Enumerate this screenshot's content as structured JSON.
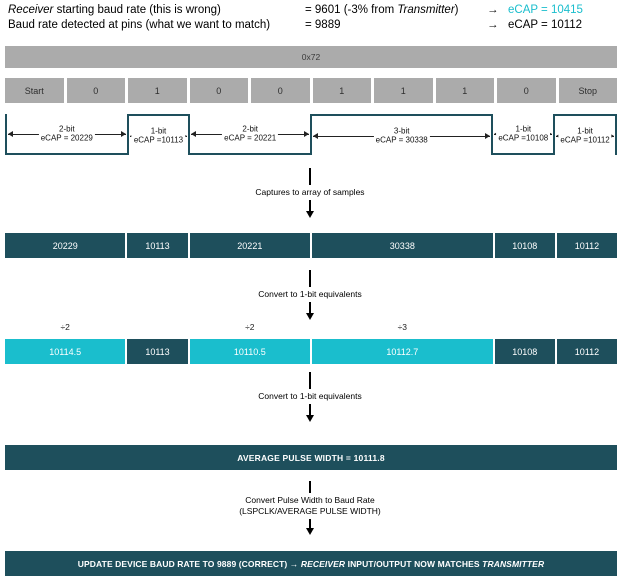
{
  "colors": {
    "dark_teal": "#1E4F5C",
    "cyan": "#1ABECD",
    "gray_bar": "#ABABAB"
  },
  "header": {
    "line1": {
      "desc_italic": "Receiver",
      "desc": " starting baud rate (this is wrong)",
      "value_pre": "= 9601 (-3% from ",
      "value_italic": "Transmitter",
      "value_post": ")",
      "arrow": "→",
      "ecap": "eCAP = 10415"
    },
    "line2": {
      "desc_italic": "",
      "desc": "Baud rate detected at pins (what we want to match)",
      "value_pre": "= 9889",
      "value_italic": "",
      "value_post": "",
      "arrow": "→",
      "ecap": "eCAP = 10112"
    }
  },
  "byte_bar": {
    "label": "0x72"
  },
  "bit_row": {
    "cells": [
      "Start",
      "0",
      "1",
      "0",
      "0",
      "1",
      "1",
      "1",
      "0",
      "Stop"
    ]
  },
  "waveform": {
    "segments": [
      {
        "bits": "2-bit",
        "ecap": "eCAP = 20229",
        "level": "low"
      },
      {
        "bits": "1-bit",
        "ecap": "eCAP =10113",
        "level": "high"
      },
      {
        "bits": "2-bit",
        "ecap": "eCAP = 20221",
        "level": "low"
      },
      {
        "bits": "3-bit",
        "ecap": "eCAP = 30338",
        "level": "high"
      },
      {
        "bits": "1-bit",
        "ecap": "eCAP =10108",
        "level": "low"
      },
      {
        "bits": "1-bit",
        "ecap": "eCAP =10112",
        "level": "high"
      }
    ]
  },
  "step1": {
    "caption": "Captures to array of samples"
  },
  "samples_row": {
    "cells": [
      "20229",
      "10113",
      "20221",
      "30338",
      "10108",
      "10112"
    ]
  },
  "step2": {
    "caption": "Convert to 1-bit equivalents"
  },
  "divisors": {
    "d1": "÷2",
    "d2": "÷2",
    "d3": "÷3"
  },
  "converted_row": {
    "cells": [
      "10114.5",
      "10113",
      "10110.5",
      "10112.7",
      "10108",
      "10112"
    ]
  },
  "step3": {
    "caption": "Convert to 1-bit equivalents"
  },
  "average_bar": {
    "label": "AVERAGE PULSE WIDTH = 10111.8"
  },
  "step4": {
    "caption_line1": "Convert Pulse Width to Baud Rate",
    "caption_line2": "(LSPCLK/AVERAGE PULSE WIDTH)"
  },
  "final_bar": {
    "part1": "UPDATE DEVICE BAUD RATE TO 9889 (CORRECT) → ",
    "italic1": "RECEIVER",
    "part2": " INPUT/OUTPUT NOW MATCHES ",
    "italic2": "TRANSMITTER"
  }
}
